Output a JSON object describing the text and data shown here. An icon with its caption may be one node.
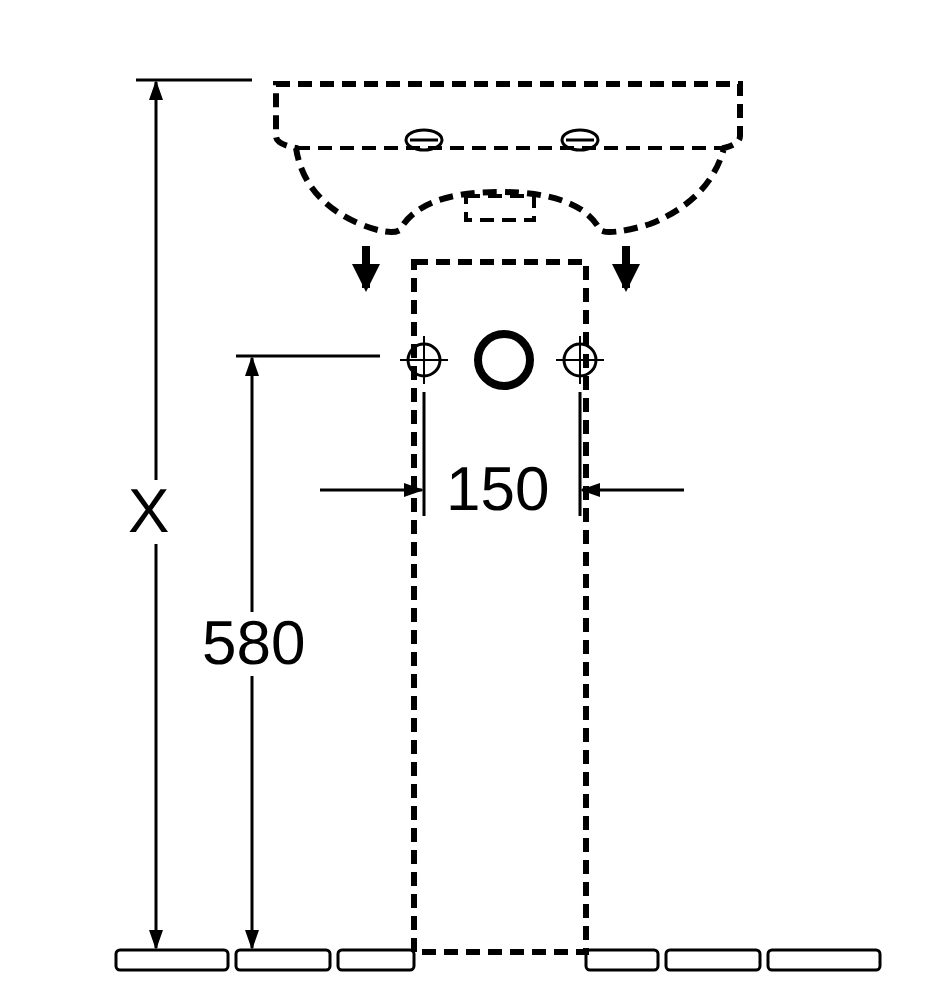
{
  "diagram": {
    "labels": [
      "X",
      "150",
      "580"
    ]
  }
}
